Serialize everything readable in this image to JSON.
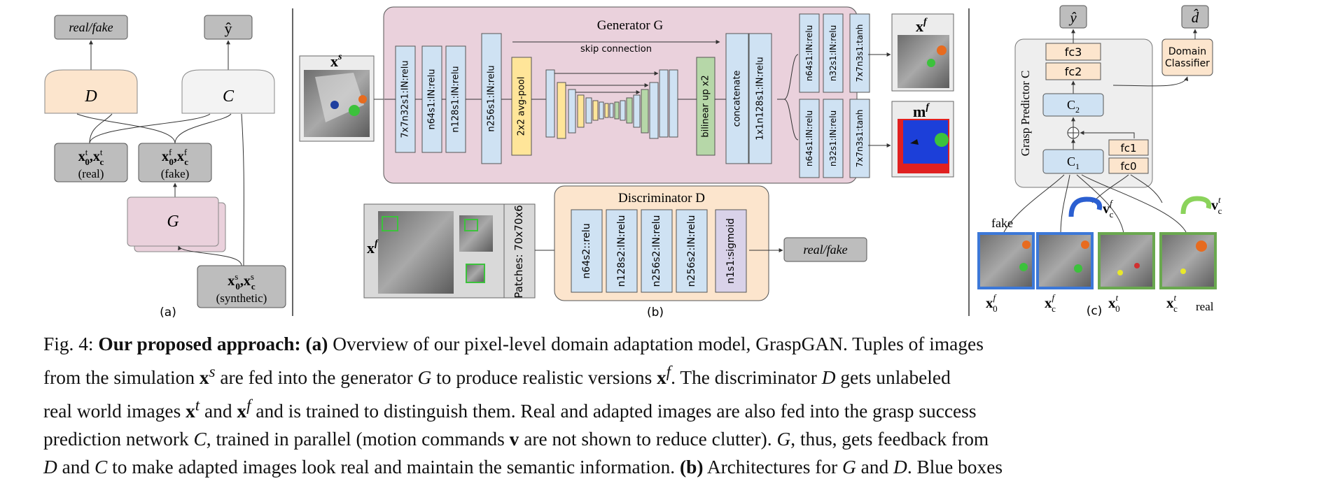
{
  "figure": {
    "panel_a": {
      "top_left": "real/fake",
      "top_right": "ŷ",
      "d_label": "D",
      "c_label": "C",
      "g_label": "G",
      "real_math": "x",
      "real_tag": "(real)",
      "fake_tag": "(fake)",
      "synthetic_tag": "(synthetic)",
      "caption_letter": "(a)"
    },
    "panel_b": {
      "generator_title": "Generator G",
      "skip_label": "skip connection",
      "xs_label": "x",
      "xs_sup": "s",
      "gen_layers": [
        "7x7n32s1:IN:relu",
        "n64s1:IN:relu",
        "n128s1:IN:relu",
        "n256s1:IN:relu",
        "2x2 avg-pool"
      ],
      "up_layers": [
        "bilinear up x2",
        "concatenate",
        "1x1n128s1:IN:relu"
      ],
      "top_branch": [
        "n64s1:IN:relu",
        "n32s1:IN:relu",
        "7x7n3s1:tanh"
      ],
      "bottom_branch": [
        "n64s1:IN:relu",
        "n32s1:IN:relu",
        "7x7n3s1:tanh"
      ],
      "xf_label": "x",
      "xf_sup": "f",
      "mf_label": "m",
      "mf_sup": "f",
      "disc_title": "Discriminator D",
      "disc_input": "x",
      "disc_input_sup": "f",
      "patches": "Patches: 70x70x6",
      "disc_layers": [
        "n64s2::relu",
        "n128s2:IN:relu",
        "n256s2:IN:relu",
        "n256s2:IN:relu",
        "n1s1:sigmoid"
      ],
      "disc_out": "real/fake",
      "caption_letter": "(b)"
    },
    "panel_c": {
      "yhat": "ŷ",
      "dhat": "d̂",
      "predictor_title": "Grasp Predictor C",
      "fc3": "fc3",
      "fc2": "fc2",
      "c2": "C",
      "c1": "C",
      "fc1": "fc1",
      "fc0": "fc0",
      "domain_classifier": "Domain Classifier",
      "fake": "fake",
      "real": "real",
      "caption_letter": "(c)"
    }
  },
  "caption": {
    "prefix": "Fig. 4:",
    "bold_title": "Our proposed approach:",
    "a": "(a)",
    "b": "(b)",
    "lines": [
      "Overview of our pixel-level domain adaptation model, GraspGAN. Tuples of images",
      "from the simulation",
      "are fed into the generator",
      "to produce realistic versions",
      ". The discriminator",
      "gets unlabeled",
      "real world images",
      "and",
      "and is trained to distinguish them. Real and adapted images are also fed into the grasp success",
      "prediction network",
      ", trained in parallel (motion commands",
      "are not shown to reduce clutter).",
      ", thus, gets feedback from",
      "to make adapted images look real and maintain the semantic information.",
      "Architectures for",
      ". Blue boxes"
    ]
  },
  "colors": {
    "blue_box": "#cfe2f3",
    "pink_panel": "#ead1dc",
    "orange_panel": "#fce5cd",
    "yellow_box": "#ffe599",
    "green_box": "#b6d7a8",
    "purple_box": "#d9d2e9",
    "gray_box": "#bdbdbd"
  }
}
